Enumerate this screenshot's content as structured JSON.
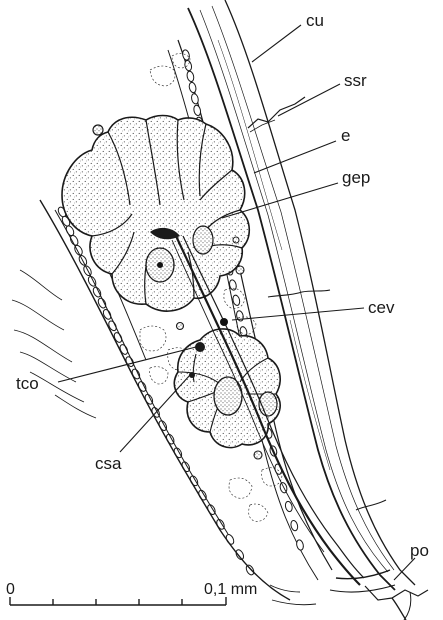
{
  "labels": {
    "cu": "cu",
    "ssr": "ssr",
    "e": "e",
    "gep": "gep",
    "cev": "cev",
    "tco": "tco",
    "csa": "csa",
    "po": "po"
  },
  "scale_bar": {
    "start_label": "0",
    "end_label": "0,1 mm"
  },
  "colors": {
    "ink": "#1a1a1a",
    "background": "#ffffff"
  }
}
